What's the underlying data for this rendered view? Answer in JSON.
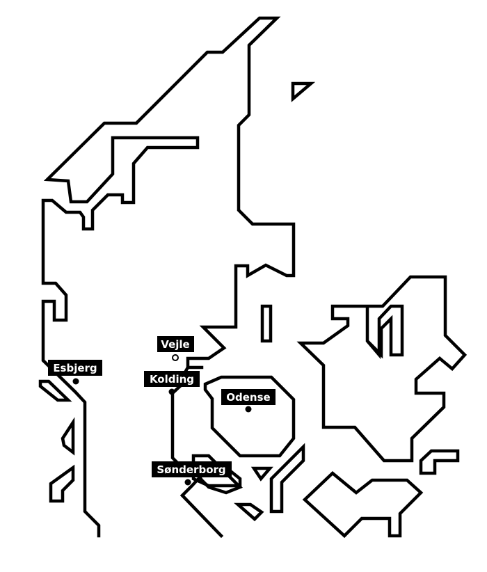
{
  "map": {
    "cities": [
      {
        "id": "vejle",
        "name": "Vejle",
        "marker": "hollow"
      },
      {
        "id": "esbjerg",
        "name": "Esbjerg",
        "marker": "filled"
      },
      {
        "id": "kolding",
        "name": "Kolding",
        "marker": "filled"
      },
      {
        "id": "odense",
        "name": "Odense",
        "marker": "filled"
      },
      {
        "id": "sonderborg",
        "name": "Sønderborg",
        "marker": "filled"
      }
    ],
    "colors": {
      "land_outline": "#000000",
      "label_background": "#000000",
      "label_text": "#ffffff",
      "background": "#ffffff"
    }
  }
}
